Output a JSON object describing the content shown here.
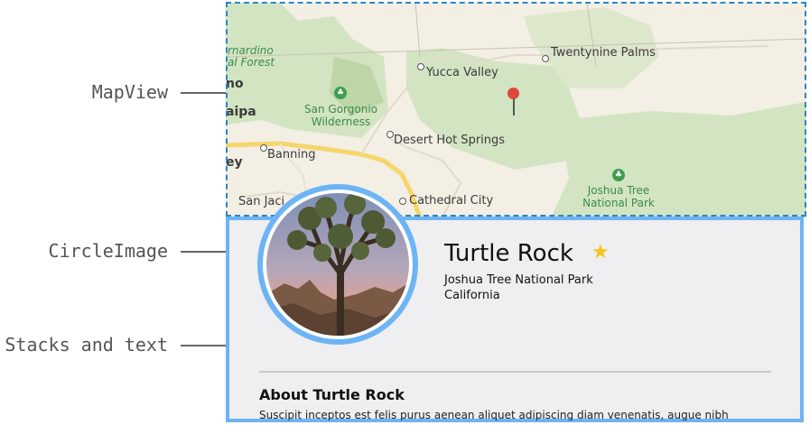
{
  "callouts": {
    "map": "MapView",
    "circle": "CircleImage",
    "stacks": "Stacks and text"
  },
  "map": {
    "places": {
      "bernardino": "rnardino",
      "forest": "al Forest",
      "ino": "no",
      "aipa": "aipa",
      "ey": "ey",
      "san_jac": "San Jaci",
      "yucca_valley": "Yucca Valley",
      "twentynine_palms": "Twentynine Palms",
      "san_gorgonio_1": "San Gorgonio",
      "san_gorgonio_2": "Wilderness",
      "desert_hot_springs": "Desert Hot Springs",
      "banning": "Banning",
      "cathedral_city": "Cathedral City",
      "joshua_tree_1": "Joshua Tree",
      "joshua_tree_2": "National Park"
    },
    "colors": {
      "land": "#f3efe4",
      "park": "#d3e4c2",
      "road": "#f6d56a",
      "pin": "#e0473c",
      "border": "#2a86c5"
    }
  },
  "landmark": {
    "name": "Turtle Rock",
    "park": "Joshua Tree National Park",
    "state": "California",
    "about_title": "About Turtle Rock",
    "about_text": "Suscipit inceptos est felis purus aenean aliquet adipiscing diam venenatis, augue nibh"
  },
  "accent": "#6db4f5",
  "star_color": "#f5c518"
}
